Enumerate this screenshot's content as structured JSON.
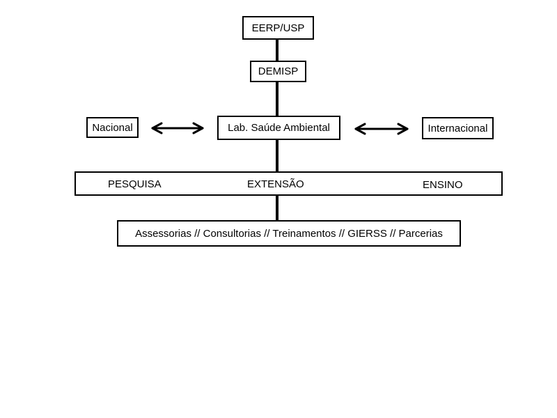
{
  "diagram": {
    "top": "EERP/USP",
    "department": "DEMISP",
    "lab": "Lab. Saúde Ambiental",
    "left_partner": "Nacional",
    "right_partner": "Internacional",
    "activities": {
      "research": "PESQUISA",
      "extension": "EXTENSÃO",
      "teaching": "ENSINO"
    },
    "services": "Assessorias // Consultorias // Treinamentos // GIERSS // Parcerias"
  },
  "colors": {
    "line": "#000000",
    "background": "#ffffff"
  }
}
